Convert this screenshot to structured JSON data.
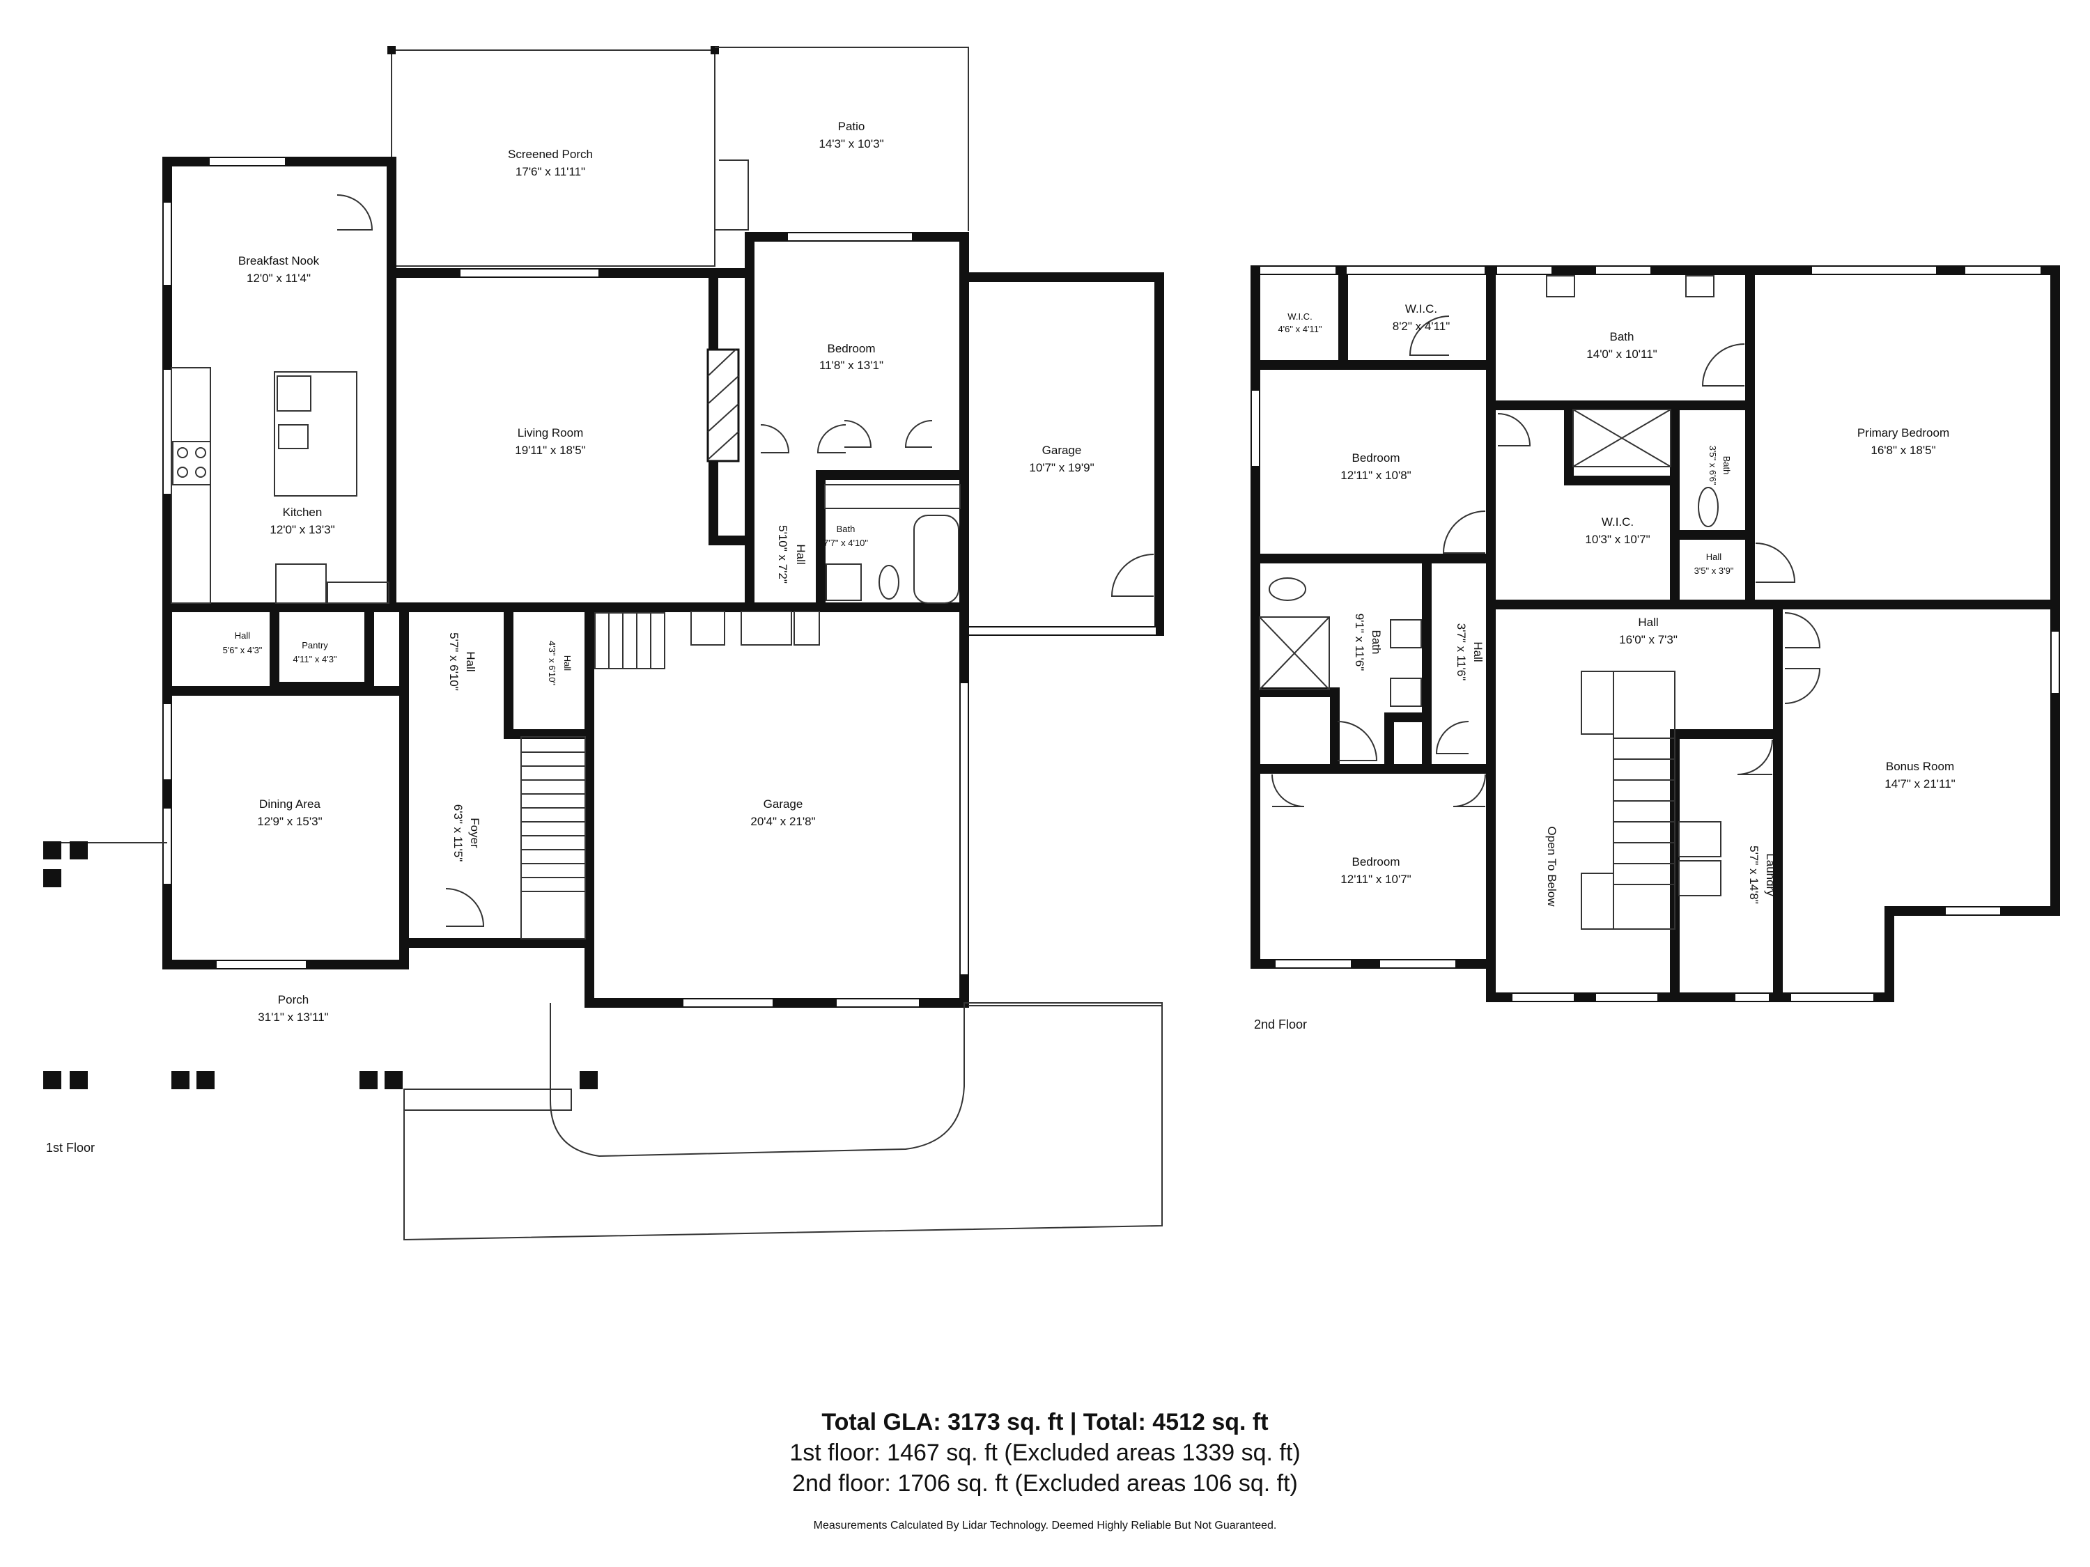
{
  "floor1": {
    "label": "1st Floor",
    "rooms": [
      {
        "name": "Screened Porch",
        "dims": "17'6\" x 11'11\""
      },
      {
        "name": "Patio",
        "dims": "14'3\" x 10'3\""
      },
      {
        "name": "Breakfast Nook",
        "dims": "12'0\" x 11'4\""
      },
      {
        "name": "Living Room",
        "dims": "19'11\" x 18'5\""
      },
      {
        "name": "Bedroom",
        "dims": "11'8\" x 13'1\""
      },
      {
        "name": "Garage",
        "dims": "10'7\" x 19'9\""
      },
      {
        "name": "Kitchen",
        "dims": "12'0\" x 13'3\""
      },
      {
        "name": "Hall",
        "dims": "5'10\" x 7'2\""
      },
      {
        "name": "Bath",
        "dims": "7'7\" x 4'10\""
      },
      {
        "name": "Hall",
        "dims": "5'6\" x 4'3\""
      },
      {
        "name": "Pantry",
        "dims": "4'11\" x 4'3\""
      },
      {
        "name": "Hall",
        "dims": "5'7\" x 6'10\""
      },
      {
        "name": "Hall",
        "dims": "4'3\" x 6'10\""
      },
      {
        "name": "Dining Area",
        "dims": "12'9\" x 15'3\""
      },
      {
        "name": "Foyer",
        "dims": "6'3\" x 11'5\""
      },
      {
        "name": "Garage",
        "dims": "20'4\" x 21'8\""
      },
      {
        "name": "Porch",
        "dims": "31'1\" x 13'11\""
      }
    ]
  },
  "floor2": {
    "label": "2nd Floor",
    "rooms": [
      {
        "name": "W.I.C.",
        "dims": "4'6\" x 4'11\""
      },
      {
        "name": "W.I.C.",
        "dims": "8'2\" x 4'11\""
      },
      {
        "name": "Bath",
        "dims": "14'0\" x 10'11\""
      },
      {
        "name": "Primary Bedroom",
        "dims": "16'8\" x 18'5\""
      },
      {
        "name": "Bedroom",
        "dims": "12'11\" x 10'8\""
      },
      {
        "name": "W.I.C.",
        "dims": "10'3\" x 10'7\""
      },
      {
        "name": "Bath",
        "dims": "3'5\" x 6'6\""
      },
      {
        "name": "Hall",
        "dims": "3'5\" x 3'9\""
      },
      {
        "name": "Bath",
        "dims": "9'1\" x 11'6\""
      },
      {
        "name": "Hall",
        "dims": "3'7\" x 11'6\""
      },
      {
        "name": "Hall",
        "dims": "16'0\" x 7'3\""
      },
      {
        "name": "Bonus Room",
        "dims": "14'7\" x 21'11\""
      },
      {
        "name": "Open To Below",
        "dims": ""
      },
      {
        "name": "Laundry",
        "dims": "5'7\" x 14'8\""
      },
      {
        "name": "Bedroom",
        "dims": "12'11\" x 10'7\""
      }
    ]
  },
  "summary": {
    "total": "Total GLA: 3173 sq. ft | Total: 4512 sq. ft",
    "first": "1st floor: 1467 sq. ft (Excluded areas 1339 sq. ft)",
    "second": "2nd floor: 1706 sq. ft (Excluded areas 106 sq. ft)",
    "disclaimer": "Measurements Calculated By Lidar Technology. Deemed Highly Reliable But Not Guaranteed."
  }
}
